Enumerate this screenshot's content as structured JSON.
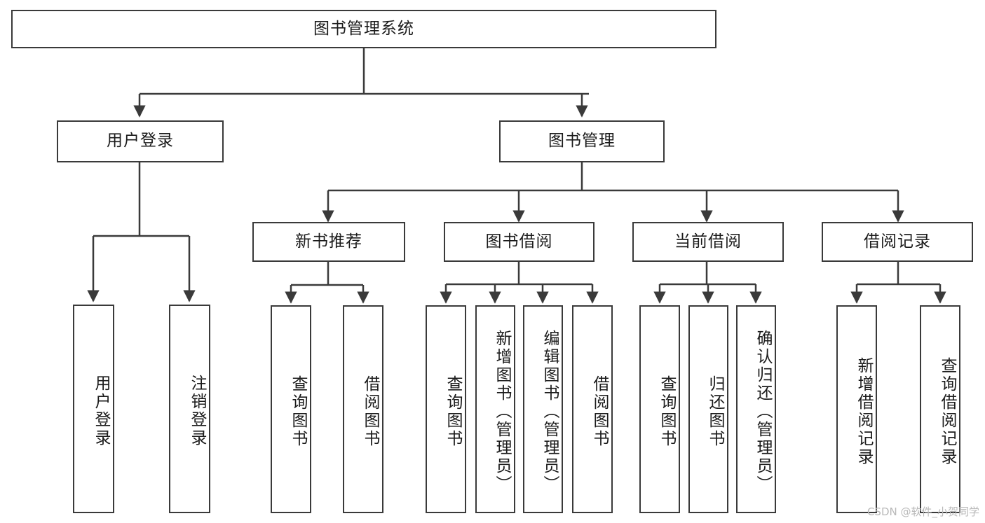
{
  "diagram": {
    "type": "tree-hierarchy",
    "title": "图书管理系统",
    "watermark": "CSDN @软件_小贺同学",
    "colors": {
      "background": "#ffffff",
      "box_border": "#3a3a3a",
      "edge": "#3a3a3a",
      "text": "#1b1b1b",
      "watermark": "#b9b9b9"
    },
    "nodes": {
      "root": {
        "label": "图书管理系统",
        "level": 1,
        "orientation": "horizontal"
      },
      "l2_login": {
        "label": "用户登录",
        "level": 2,
        "orientation": "horizontal"
      },
      "l2_book": {
        "label": "图书管理",
        "level": 2,
        "orientation": "horizontal"
      },
      "l3_newbook": {
        "label": "新书推荐",
        "level": 3,
        "orientation": "horizontal"
      },
      "l3_borrow": {
        "label": "图书借阅",
        "level": 3,
        "orientation": "horizontal"
      },
      "l3_current": {
        "label": "当前借阅",
        "level": 3,
        "orientation": "horizontal"
      },
      "l3_record": {
        "label": "借阅记录",
        "level": 3,
        "orientation": "horizontal"
      },
      "leaf_01": {
        "label": "用户登录",
        "level": 4,
        "orientation": "vertical",
        "parent": "用户登录"
      },
      "leaf_02": {
        "label": "注销登录",
        "level": 4,
        "orientation": "vertical",
        "parent": "用户登录"
      },
      "leaf_03": {
        "label": "查询图书",
        "level": 4,
        "orientation": "vertical",
        "parent": "新书推荐"
      },
      "leaf_04": {
        "label": "借阅图书",
        "level": 4,
        "orientation": "vertical",
        "parent": "新书推荐"
      },
      "leaf_05": {
        "label": "查询图书",
        "level": 4,
        "orientation": "vertical",
        "parent": "图书借阅"
      },
      "leaf_06": {
        "label": "新增图书（管理员）",
        "level": 4,
        "orientation": "vertical",
        "parent": "图书借阅"
      },
      "leaf_07": {
        "label": "编辑图书（管理员）",
        "level": 4,
        "orientation": "vertical",
        "parent": "图书借阅"
      },
      "leaf_08": {
        "label": "借阅图书",
        "level": 4,
        "orientation": "vertical",
        "parent": "图书借阅"
      },
      "leaf_09": {
        "label": "查询图书",
        "level": 4,
        "orientation": "vertical",
        "parent": "当前借阅"
      },
      "leaf_10": {
        "label": "归还图书",
        "level": 4,
        "orientation": "vertical",
        "parent": "当前借阅"
      },
      "leaf_11": {
        "label": "确认归还（管理员）",
        "level": 4,
        "orientation": "vertical",
        "parent": "当前借阅"
      },
      "leaf_12": {
        "label": "新增借阅记录",
        "level": 4,
        "orientation": "vertical",
        "parent": "借阅记录"
      },
      "leaf_13": {
        "label": "查询借阅记录",
        "level": 4,
        "orientation": "vertical",
        "parent": "借阅记录"
      }
    }
  }
}
